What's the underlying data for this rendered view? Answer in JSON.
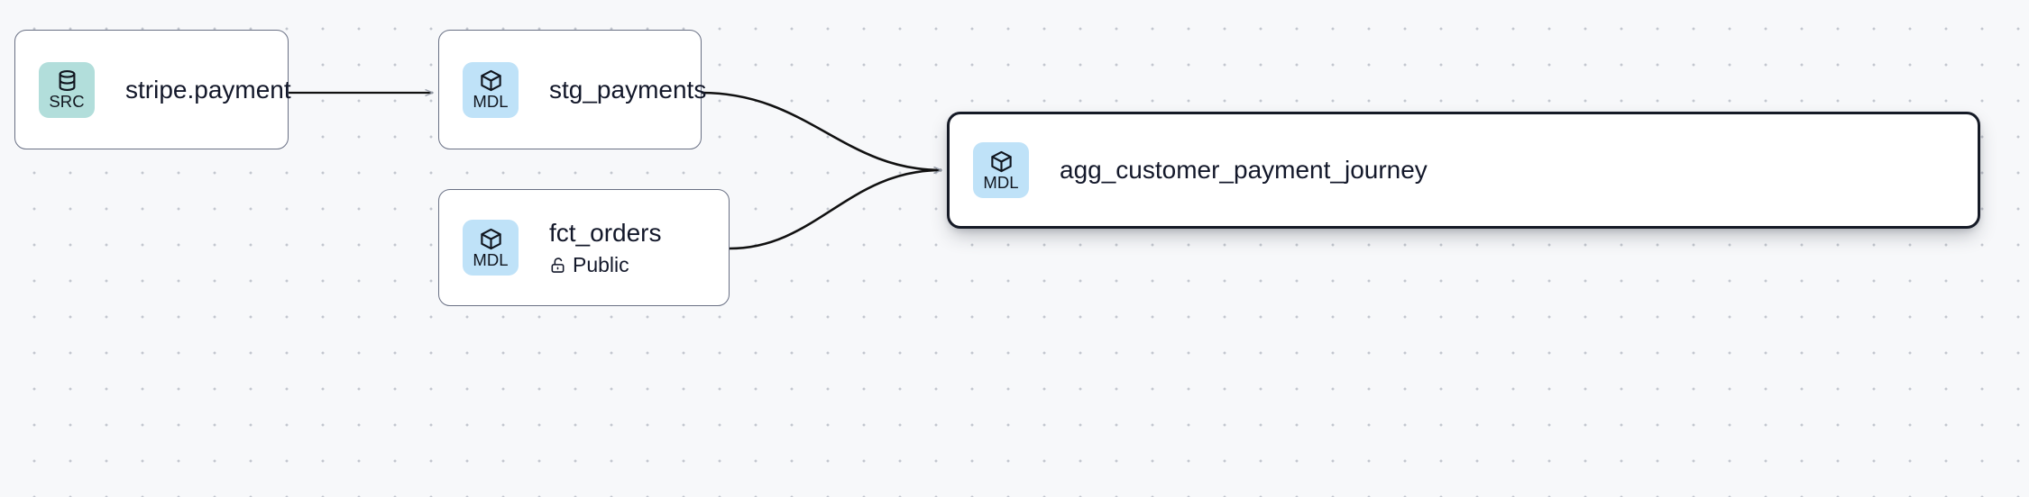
{
  "canvas": {
    "background_color": "#f7f8fa",
    "grid": "dot-grid",
    "grid_dot_color": "#c3c7cf"
  },
  "colors": {
    "source_badge": "#b2dedb",
    "model_badge": "#bfe2f8",
    "node_border": "#697084",
    "selected_border": "#151a26",
    "edge": "#111111",
    "text": "#13182a"
  },
  "nodes": [
    {
      "id": "stripe-payment",
      "title": "stripe.payment",
      "badge_label": "SRC",
      "badge_icon": "database-icon",
      "badge_type": "src",
      "selected": false,
      "subtitle": null,
      "subtitle_icon": null
    },
    {
      "id": "stg-payments",
      "title": "stg_payments",
      "badge_label": "MDL",
      "badge_icon": "cube-icon",
      "badge_type": "mdl",
      "selected": false,
      "subtitle": null,
      "subtitle_icon": null
    },
    {
      "id": "fct-orders",
      "title": "fct_orders",
      "badge_label": "MDL",
      "badge_icon": "cube-icon",
      "badge_type": "mdl",
      "selected": false,
      "subtitle": "Public",
      "subtitle_icon": "unlock-icon"
    },
    {
      "id": "agg-journey",
      "title": "agg_customer_payment_journey",
      "badge_label": "MDL",
      "badge_icon": "cube-icon",
      "badge_type": "mdl",
      "selected": true,
      "subtitle": null,
      "subtitle_icon": null
    }
  ],
  "edges": [
    {
      "id": "edge-stripe-to-stg",
      "from": "stripe-payment",
      "to": "stg-payments",
      "style": "straight",
      "arrow": true
    },
    {
      "id": "edge-stg-to-agg",
      "from": "stg-payments",
      "to": "agg-journey",
      "style": "bezier",
      "arrow": true
    },
    {
      "id": "edge-fct-to-agg",
      "from": "fct-orders",
      "to": "agg-journey",
      "style": "bezier",
      "arrow": true
    }
  ]
}
